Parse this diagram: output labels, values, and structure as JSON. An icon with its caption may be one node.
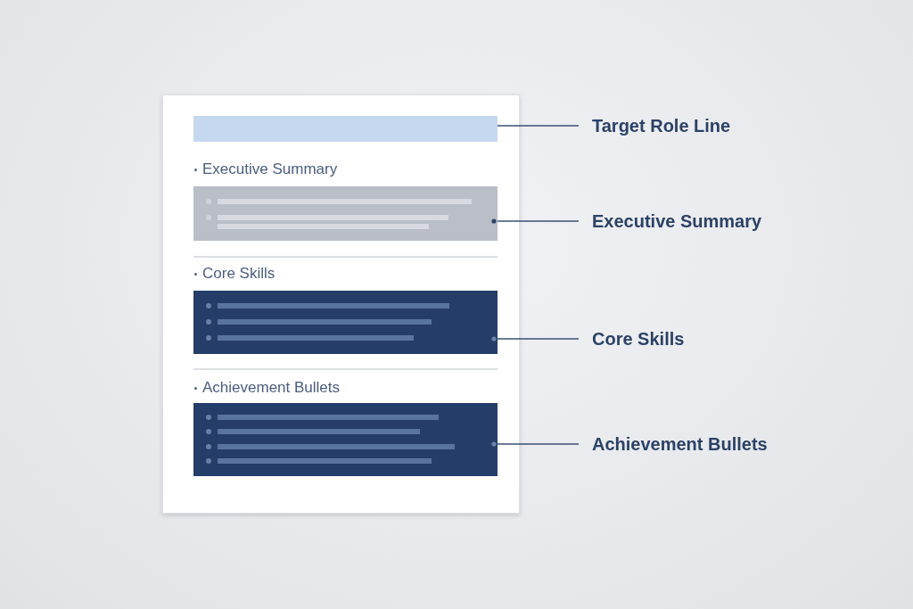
{
  "diagram": {
    "nodes": [
      {
        "text": [],
        "shape": "box"
      },
      {
        "text": [],
        "shape": "bar",
        "in": 0
      },
      {
        "text": [
          "Executive Summary"
        ],
        "in": 0
      },
      {
        "text": [
          "Core Skills"
        ],
        "in": 0
      },
      {
        "text": [
          "Achievement Bullets"
        ],
        "in": 0
      },
      {
        "text": [
          "Target Role Line"
        ]
      },
      {
        "text": [
          "Executive Summary"
        ]
      },
      {
        "text": [
          "Core Skills"
        ]
      },
      {
        "text": [
          "Achievement Bullets"
        ]
      }
    ],
    "edges": [
      {
        "from": 5,
        "to": 1,
        "arrow": "none"
      },
      {
        "from": 6,
        "to": 2,
        "arrow": "other"
      },
      {
        "from": 7,
        "to": 3,
        "arrow": "other"
      },
      {
        "from": 8,
        "to": 4,
        "arrow": "other"
      }
    ]
  }
}
